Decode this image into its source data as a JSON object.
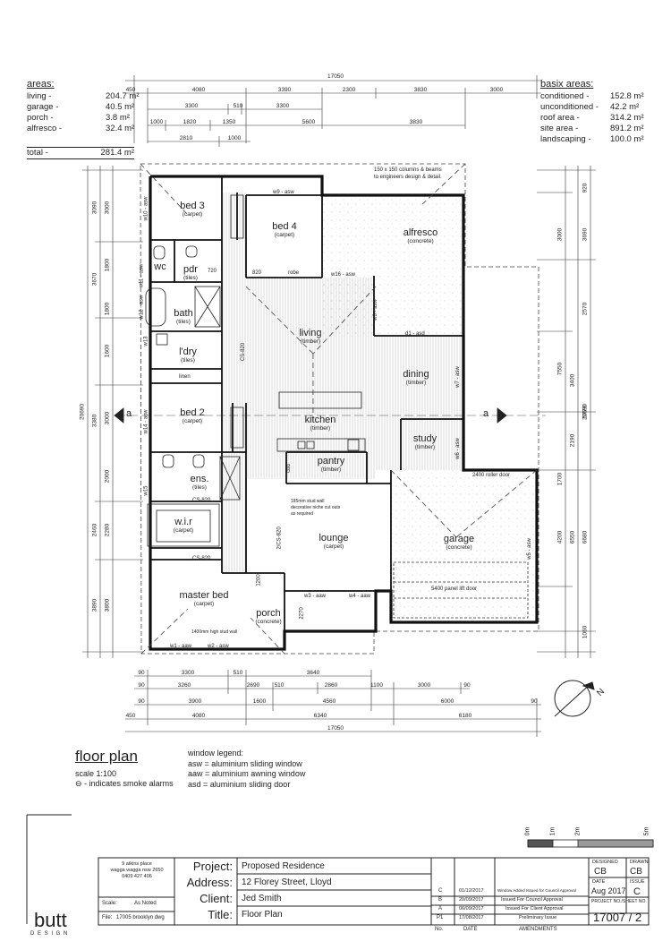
{
  "areas": {
    "heading": "areas:",
    "items": [
      {
        "label": "living -",
        "value": "204.7 m²"
      },
      {
        "label": "garage -",
        "value": "40.5 m²"
      },
      {
        "label": "porch -",
        "value": "3.8 m²"
      },
      {
        "label": "alfresco -",
        "value": "32.4 m²"
      }
    ],
    "total_label": "total -",
    "total_value": "281.4 m²"
  },
  "basix": {
    "heading": "basix areas:",
    "items": [
      {
        "label": "conditioned -",
        "value": "152.8 m²"
      },
      {
        "label": "unconditioned -",
        "value": "42.2 m²"
      },
      {
        "label": "roof area -",
        "value": "314.2 m²"
      },
      {
        "label": "site area -",
        "value": "891.2 m²"
      },
      {
        "label": "landscaping -",
        "value": "100.0 m²"
      }
    ]
  },
  "top_dims": {
    "overall": "17050",
    "row1": [
      "450",
      "4080",
      "3390",
      "2300",
      "3830",
      "3000"
    ],
    "row2": [
      "3300",
      "510",
      "3300"
    ],
    "row3": [
      "1000",
      "1820",
      "1350",
      "5600",
      "3830"
    ],
    "row4": [
      "2810",
      "1000"
    ]
  },
  "bottom_dims": {
    "row1": [
      "90",
      "3300",
      "510",
      "3640"
    ],
    "row2": [
      "90",
      "3260",
      "2690",
      "510",
      "2860",
      "1100",
      "3000",
      "90"
    ],
    "row3": [
      "90",
      "3900",
      "1600",
      "4560",
      "6000",
      "90"
    ],
    "row4": [
      "450",
      "4080",
      "6340",
      "6180"
    ],
    "overall": "17050"
  },
  "left_dims": {
    "overall": "20690",
    "outer": [
      "3090",
      "3670",
      "3380",
      "2460",
      "3890"
    ],
    "inner": [
      "3000",
      "1800",
      "1800",
      "1600",
      "3000",
      "2000",
      "2280",
      "3800"
    ]
  },
  "right_dims": {
    "overall": "20690",
    "outer": [
      "3690",
      "7550",
      "2190",
      "6680",
      "1060"
    ],
    "inner": [
      "920",
      "3000",
      "2570",
      "3400",
      "5770",
      "1700",
      "4200",
      "6550"
    ]
  },
  "rooms": [
    {
      "name": "bed 3",
      "finish": "(carpet)"
    },
    {
      "name": "bed 4",
      "finish": "(carpet)"
    },
    {
      "name": "alfresco",
      "finish": "(concrete)"
    },
    {
      "name": "wc",
      "finish": ""
    },
    {
      "name": "pdr",
      "finish": "(tiles)"
    },
    {
      "name": "bath",
      "finish": "(tiles)"
    },
    {
      "name": "l'dry",
      "finish": "(tiles)"
    },
    {
      "name": "living",
      "finish": "(timber)"
    },
    {
      "name": "dining",
      "finish": "(timber)"
    },
    {
      "name": "bed 2",
      "finish": "(carpet)"
    },
    {
      "name": "kitchen",
      "finish": "(timber)"
    },
    {
      "name": "study",
      "finish": "(timber)"
    },
    {
      "name": "pantry",
      "finish": "(timber)"
    },
    {
      "name": "ens.",
      "finish": "(tiles)"
    },
    {
      "name": "w.i.r",
      "finish": "(carpet)"
    },
    {
      "name": "lounge",
      "finish": "(carpet)"
    },
    {
      "name": "garage",
      "finish": "(concrete)"
    },
    {
      "name": "master bed",
      "finish": "(carpet)"
    },
    {
      "name": "porch",
      "finish": "(concrete)"
    }
  ],
  "plan_labels": {
    "beams_note_1": "150 x 150 columns & beams",
    "beams_note_2": "to engineers design & detail.",
    "w9": "w9 - asw",
    "w10": "w10 - asw",
    "robe": "robe",
    "w16": "w16 - asw",
    "w8": "w8 - asw",
    "d1": "d1 - asd",
    "w7": "w7 - asw",
    "linen": "linen",
    "w6": "w6 - asw",
    "w14": "w14 - asw",
    "w12": "w12 - asw",
    "w11": "w11 - asw",
    "w13": "w13",
    "w15": "w15",
    "cbd": "cbd",
    "stud_note_1": "185mm stud wall",
    "stud_note_2": "decorative niche cut outs",
    "stud_note_3": "as required",
    "roller_door": "2400 roller door",
    "panel_door": "5400 panel lift door",
    "w5": "w5 - asw",
    "w3": "w3 - aaw",
    "w4": "w4 - aaw",
    "w1": "w1 - aaw",
    "w2": "w2 - asw",
    "high_wall": "1400mm high stud wall",
    "cs820_1": "CS-820",
    "cs820_2": "CS-820",
    "cs820_3": "2/CS-820",
    "cs820_4": "CS-820",
    "d820": "820",
    "d720": "720",
    "d1200": "1200",
    "d2270": "2270",
    "section_a": "a"
  },
  "floor_plan": {
    "title": "floor plan",
    "scale": "scale 1:100",
    "smoke": "⊖ - indicates smoke alarms"
  },
  "window_legend": {
    "heading": "window legend:",
    "items": [
      "asw = aluminium sliding window",
      "aaw = aluminium awning window",
      "asd = aluminium sliding door"
    ]
  },
  "scale_bar": {
    "labels": [
      "0m",
      "1m",
      "2m",
      "5m"
    ]
  },
  "title_block": {
    "logo": "butt",
    "logo_sub": "D E S I G N",
    "address_lines": [
      "9 atkins place",
      "wagga wagga nsw 2650",
      "0409 427 406"
    ],
    "scale_label": "Scale:",
    "scale_value": "As Noted",
    "file_label": "File:",
    "file_value": "17005 brooklyn dwg",
    "project_label": "Project:",
    "project_value": "Proposed Residence",
    "address_label": "Address:",
    "address_value": "12 Florey Street, Lloyd",
    "client_label": "Client:",
    "client_value": "Jed Smith",
    "title_label": "Title:",
    "title_value": "Floor Plan",
    "revisions": [
      {
        "no": "C",
        "date": "01/12/2017",
        "amend": "Window Added Issued for Council Approval"
      },
      {
        "no": "B",
        "date": "20/09/2017",
        "amend": "Issued For Council Approval"
      },
      {
        "no": "A",
        "date": "06/09/2017",
        "amend": "Issued For Client Approval"
      },
      {
        "no": "P1",
        "date": "17/08/2017",
        "amend": "Preliminary Issue"
      }
    ],
    "rev_no_hdr": "No.",
    "rev_date_hdr": "DATE",
    "rev_amend_hdr": "AMENDMENTS",
    "designed_hdr": "DESIGNED",
    "drawn_hdr": "DRAWN",
    "designed": "CB",
    "drawn": "CB",
    "date_hdr": "DATE",
    "issue_hdr": "ISSUE",
    "date": "Aug 2017",
    "issue": "C",
    "proj_no_hdr": "PROJECT NO./SHEET NO.",
    "proj_no": "17007 / 2"
  }
}
